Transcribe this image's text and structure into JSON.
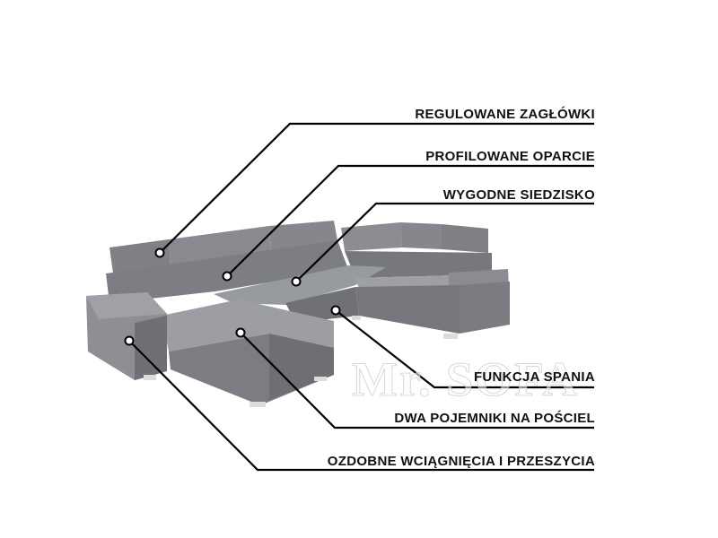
{
  "features": {
    "headrests": "REGULOWANE ZAGŁÓWKI",
    "backrest": "PROFILOWANE OPARCIE",
    "seat": "WYGODNE SIEDZISKO",
    "sleep_function": "FUNKCJA SPANIA",
    "storage": "DWA POJEMNIKI NA POŚCIEL",
    "stitching": "OZDOBNE WCIĄGNIĘCIA I PRZESZYCIA"
  },
  "watermark": "Mr. SOFA",
  "colors": {
    "fabric": "#8f9196",
    "fabric_dark": "#6f7176",
    "fabric_light": "#a4a6ab",
    "line": "#000000",
    "marker_fill": "#ffffff"
  }
}
